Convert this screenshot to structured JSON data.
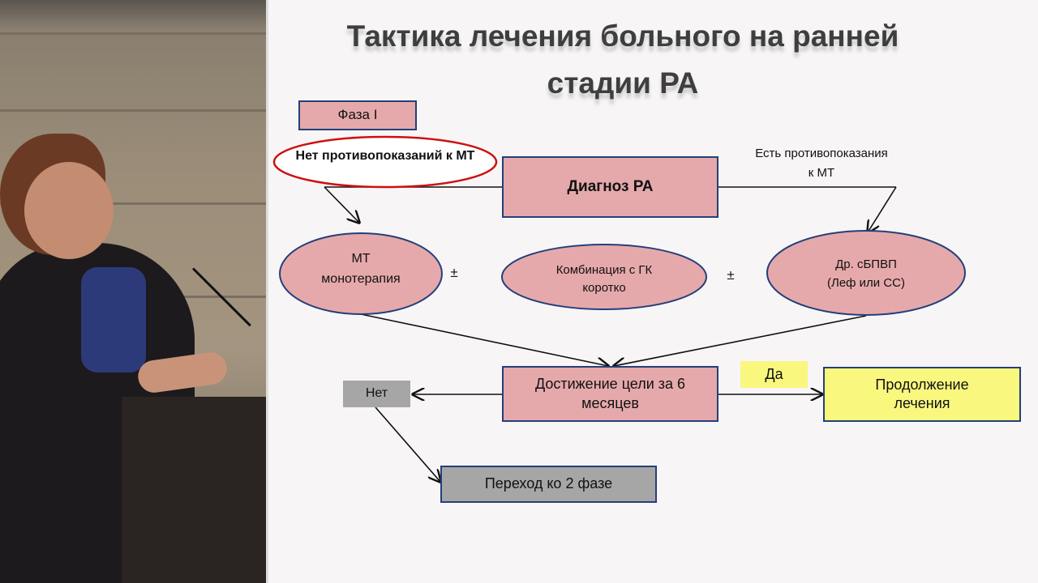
{
  "slide": {
    "title_line1": "Тактика лечения больного на ранней",
    "title_line2": "стадии РА",
    "phase": "Фаза I",
    "no_contra": "Нет противопоказаний к МТ",
    "has_contra_line1": "Есть противопоказания",
    "has_contra_line2": "к МТ",
    "diagnosis": "Диагноз РА",
    "mt_line1": "МТ",
    "mt_line2": "монотерапия",
    "plusminus": "±",
    "combo_line1": "Комбинация с  ГК",
    "combo_line2": "коротко",
    "other_line1": "Др. сБПВП",
    "other_line2": "(Леф или СС)",
    "goal": "Достижение цели за 6 месяцев",
    "yes": "Да",
    "continue": "Продолжение лечения",
    "no": "Нет",
    "next_phase": "Переход ко 2 фазе"
  },
  "colors": {
    "pink": "#e6a9ab",
    "yellow": "#f9f77e",
    "gray": "#a6a6a6",
    "border": "#243f7a",
    "highlight": "#cc1111"
  }
}
